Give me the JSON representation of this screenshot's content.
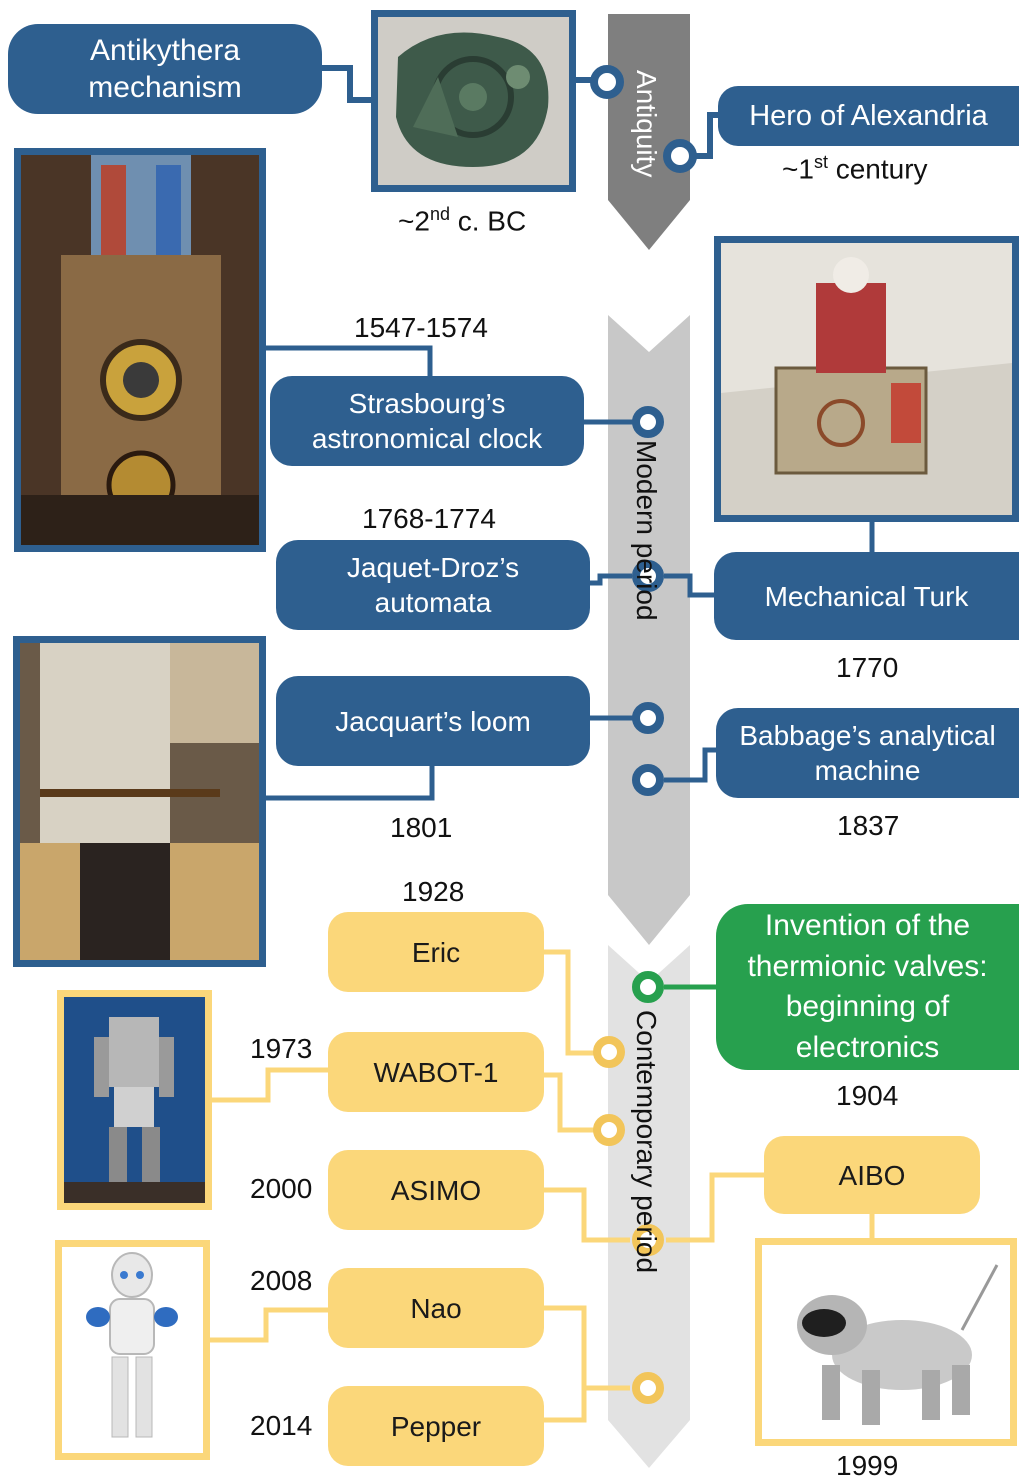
{
  "colors": {
    "modern": "#2e5f8f",
    "contemporary": "#fbd77a",
    "electronics": "#27a04e",
    "antiquity_arrow": "#7f7f7f",
    "modern_arrow": "#c8c8c8",
    "contemporary_arrow": "#e2e2e2"
  },
  "eras": {
    "antiquity": "Antiquity",
    "modern": "Modern period",
    "contemporary": "Contemporary period"
  },
  "antiquity": {
    "antikythera": {
      "label": "Antikythera mechanism",
      "date_prefix": "~2",
      "date_sup": "nd",
      "date_suffix": " c. BC"
    },
    "hero": {
      "label": "Hero of Alexandria",
      "date_prefix": "~1",
      "date_sup": "st",
      "date_suffix": " century"
    }
  },
  "modern": {
    "strasbourg": {
      "label": "Strasbourg’s astronomical clock",
      "date": "1547-1574"
    },
    "jaquet_droz": {
      "label": "Jaquet-Droz’s automata",
      "date": "1768-1774"
    },
    "turk": {
      "label": "Mechanical Turk",
      "date": "1770"
    },
    "jacquard": {
      "label": "Jacquart’s loom",
      "date": "1801"
    },
    "babbage": {
      "label": "Babbage’s analytical machine",
      "date": "1837"
    }
  },
  "contemporary": {
    "eric": {
      "label": "Eric",
      "date": "1928"
    },
    "valves": {
      "label": "Invention of the thermionic valves: beginning of electronics",
      "date": "1904"
    },
    "wabot": {
      "label": "WABOT-1",
      "date": "1973"
    },
    "asimo": {
      "label": "ASIMO",
      "date": "2000"
    },
    "aibo": {
      "label": "AIBO",
      "date": "1999"
    },
    "nao": {
      "label": "Nao",
      "date": "2008"
    },
    "pepper": {
      "label": "Pepper",
      "date": "2014"
    }
  },
  "images": {
    "antikythera": "antikythera-mechanism-photo",
    "strasbourg": "strasbourg-clock-photo",
    "turk": "mechanical-turk-engraving",
    "jacquard": "jacquard-loom-photo",
    "wabot": "wabot-1-robot-photo",
    "nao": "nao-robot-photo",
    "aibo": "aibo-robot-dog-photo"
  }
}
